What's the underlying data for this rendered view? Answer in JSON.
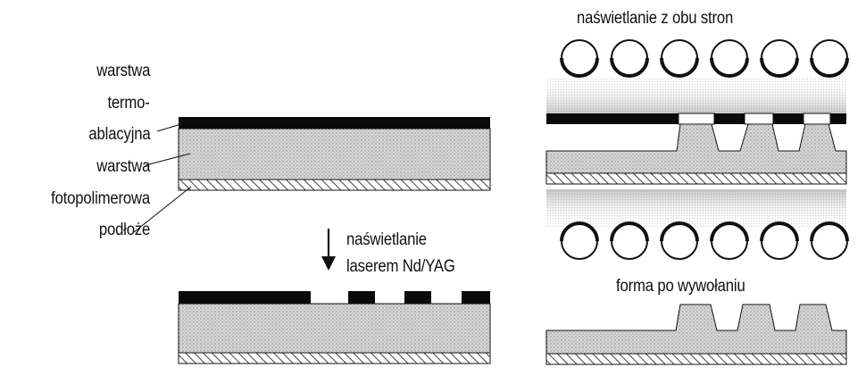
{
  "labels": {
    "termo_1": "warstwa",
    "termo_2": "termo-",
    "termo_3": "ablacyjna",
    "foto_1": "warstwa",
    "foto_2": "fotopolimerowa",
    "podloze": "podłoże",
    "laser_1": "naświetlanie",
    "laser_2": "laserem Nd/YAG",
    "both_sides": "naświetlanie z obu stron",
    "developed": "forma po wywołaniu"
  },
  "colors": {
    "ablation_layer": "#0a0a0a",
    "photopolymer": "#cfcfcf",
    "outline": "#111111"
  }
}
